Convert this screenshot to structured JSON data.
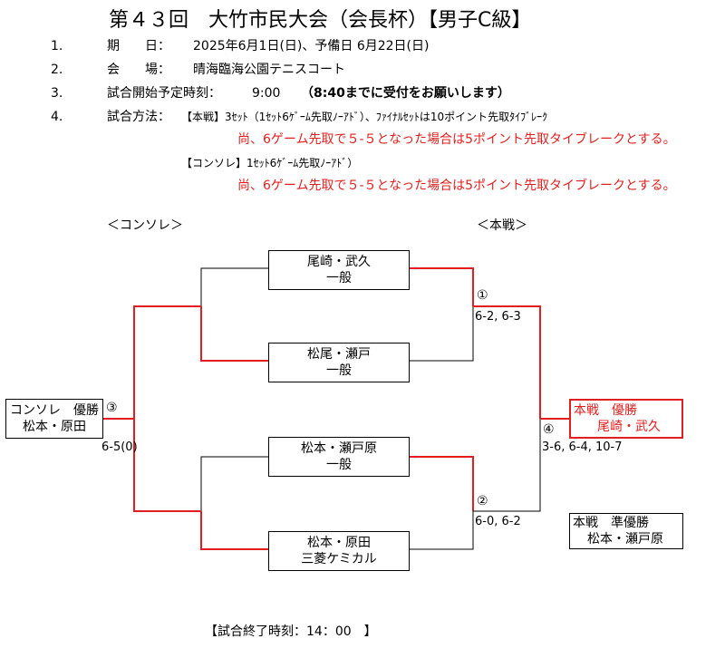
{
  "title": "第４３回　大竹市民大会（会長杯）【男子C級】",
  "info": {
    "date": {
      "num": "1.",
      "label": "期　　日：",
      "value": "2025年6月1日(日)、予備日 6月22日(日)"
    },
    "venue": {
      "num": "2.",
      "label": "会　　場：",
      "value": "晴海臨海公園テニスコート"
    },
    "start": {
      "num": "3.",
      "label": "試合開始予定時刻：",
      "time": "9:00",
      "note": "（8:40までに受付をお願いします）"
    },
    "method": {
      "num": "4.",
      "label": "試合方法：",
      "main": "【本戦】3ｾｯﾄ（1ｾｯﾄ6ｹﾞｰﾑ先取ﾉｰｱﾄﾞ）、ﾌｧｲﾅﾙｾｯﾄは10ポイント先取ﾀｲﾌﾞﾚｰｸ",
      "main_note": "尚、6ゲーム先取で５-５となった場合は5ポイント先取タイブレークとする。",
      "consolation": "【コンソレ】1ｾｯﾄ6ｹﾞｰﾑ先取ﾉｰｱﾄﾞ）",
      "consolation_note": "尚、6ゲーム先取で５-５となった場合は5ポイント先取タイブレークとする。"
    }
  },
  "bracket": {
    "consolation_header": "＜コンソレ＞",
    "main_header": "＜本戦＞",
    "teams": [
      {
        "names": "尾崎・武久",
        "club": "一般"
      },
      {
        "names": "松尾・瀬戸",
        "club": "一般"
      },
      {
        "names": "松本・瀬戸原",
        "club": "一般"
      },
      {
        "names": "松本・原田",
        "club": "三菱ケミカル"
      }
    ],
    "matches": [
      {
        "label": "①",
        "score": "6-2, 6-3"
      },
      {
        "label": "②",
        "score": "6-0, 6-2"
      },
      {
        "label": "③",
        "score": "6-5(0)"
      },
      {
        "label": "④",
        "score": "3-6, 6-4, 10-7"
      }
    ],
    "consolation_winner": {
      "title": "コンソレ　優勝",
      "names": "松本・原田"
    },
    "main_winner": {
      "title": "本戦　優勝",
      "names": "尾崎・武久"
    },
    "main_runner_up": {
      "title": "本戦　準優勝",
      "names": "松本・瀬戸原"
    }
  },
  "footer": {
    "end_time": "【試合終了時刻：14：00　】"
  },
  "colors": {
    "accent": "#e02020",
    "line": "#000000"
  }
}
